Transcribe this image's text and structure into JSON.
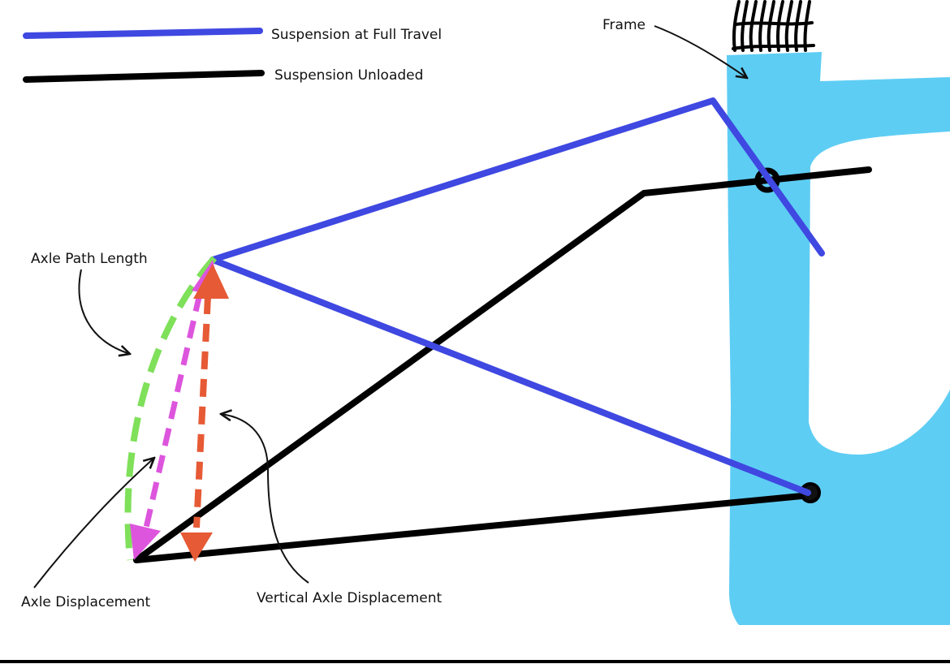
{
  "legend": {
    "full_travel_label": "Suspension at Full Travel",
    "unloaded_label": "Suspension Unloaded"
  },
  "labels": {
    "frame": "Frame",
    "axle_path_length": "Axle Path Length",
    "axle_displacement": "Axle Displacement",
    "vertical_axle_displacement": "Vertical Axle Displacement"
  },
  "colors": {
    "full_travel": "#3f48e0",
    "unloaded": "#000000",
    "frame": "#5ecdf4",
    "axle_path": "#7fe05a",
    "axle_displacement": "#dd55dd",
    "vertical_displacement": "#e65a35"
  }
}
